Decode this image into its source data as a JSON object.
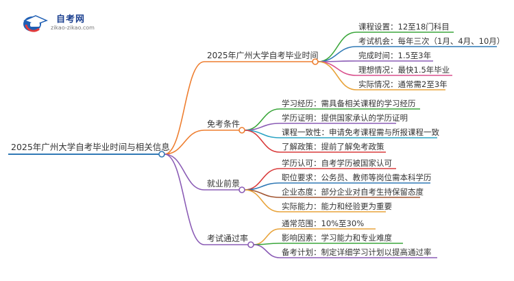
{
  "logo": {
    "title": "自考网",
    "url": "zikao-zikao.com"
  },
  "root": {
    "label": "2025年广州大学自考毕业时间与相关信息",
    "color": "#2f78b5"
  },
  "branches": [
    {
      "label": "2025年广州大学自考毕业时间",
      "color": "#ee7d2e",
      "children": [
        {
          "label": "课程设置：12至18门科目",
          "color": "#3aa63a"
        },
        {
          "label": "考试机会：每年三次（1月、4月、10月）",
          "color": "#2f78b5"
        },
        {
          "label": "完成时间：1.5至3年",
          "color": "#8a5bb5"
        },
        {
          "label": "理想情况：最快1.5年毕业",
          "color": "#d94f8c"
        },
        {
          "label": "实际情况：通常需2至3年",
          "color": "#e8a33a"
        }
      ]
    },
    {
      "label": "免考条件",
      "color": "#ee7d2e",
      "children": [
        {
          "label": "学习经历：需具备相关课程的学习经历",
          "color": "#3aa63a"
        },
        {
          "label": "学历证明：提供国家承认的学历证明",
          "color": "#8a5bb5"
        },
        {
          "label": "课程一致性：申请免考课程需与所报课程一致",
          "color": "#29a3c4"
        },
        {
          "label": "了解政策：提前了解免考政策",
          "color": "#d93a3a"
        }
      ]
    },
    {
      "label": "就业前景",
      "color": "#8a5bb5",
      "children": [
        {
          "label": "学历认可：自考学历被国家认可",
          "color": "#d93a3a"
        },
        {
          "label": "职位要求：公务员、教师等岗位需本科学历",
          "color": "#2f78b5"
        },
        {
          "label": "企业态度：部分企业对自考生持保留态度",
          "color": "#a0522d"
        },
        {
          "label": "实际能力：能力和经验更为重要",
          "color": "#e8a33a"
        }
      ]
    },
    {
      "label": "考试通过率",
      "color": "#8a5bb5",
      "children": [
        {
          "label": "通常范围：10%至30%",
          "color": "#e8a33a"
        },
        {
          "label": "影响因素：学习能力和专业难度",
          "color": "#3aa63a"
        },
        {
          "label": "备考计划：制定详细学习计划以提高通过率",
          "color": "#8a5bb5"
        }
      ]
    }
  ]
}
